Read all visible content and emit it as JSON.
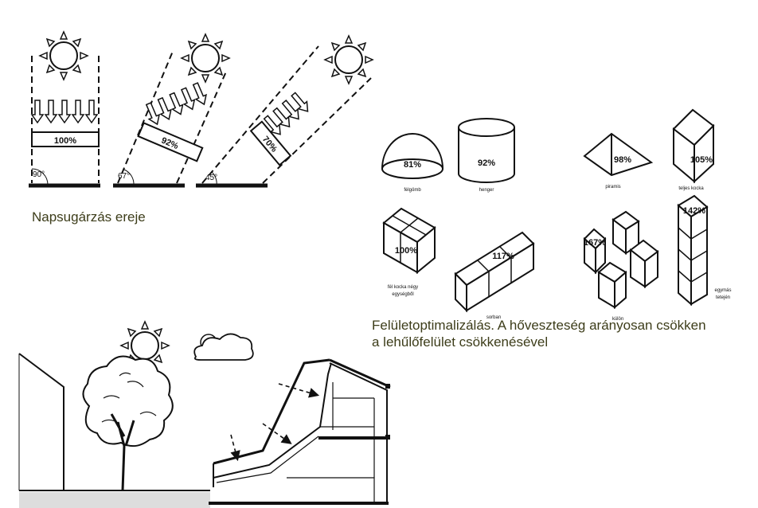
{
  "captions": {
    "radiation": "Napsugárzás ereje",
    "surface_line1": "Felületoptimalizálás. A hőveszteség arányosan csökken",
    "surface_line2": "a lehűlőfelület csökkenésével"
  },
  "angles": [
    {
      "angle": "90°",
      "percent": "100%"
    },
    {
      "angle": "67°",
      "percent": "92%"
    },
    {
      "angle": "45°",
      "percent": "70%"
    }
  ],
  "shapes": [
    {
      "percent": "81%",
      "label": "félgömb"
    },
    {
      "percent": "92%",
      "label": "henger"
    },
    {
      "percent": "98%",
      "label": "piramis"
    },
    {
      "percent": "105%",
      "label": "teljes kocka"
    },
    {
      "percent": "100%",
      "label_line1": "fél kocka négy",
      "label_line2": "egységből"
    },
    {
      "percent": "117%",
      "label": "sorban"
    },
    {
      "percent": "167%",
      "label": "külön"
    },
    {
      "percent": "142%",
      "label_line1": "egymás",
      "label_line2": "tetején"
    }
  ],
  "colors": {
    "ink": "#111111",
    "caption": "#3d3d1a"
  }
}
